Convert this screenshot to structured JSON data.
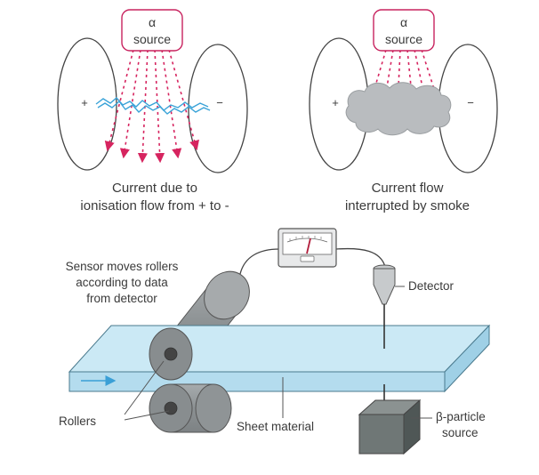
{
  "top_left": {
    "source_symbol": "α",
    "source_word": "source",
    "plus": "+",
    "minus": "−",
    "caption_line1": "Current due to",
    "caption_line2": "ionisation flow from + to -"
  },
  "top_right": {
    "source_symbol": "α",
    "source_word": "source",
    "plus": "+",
    "minus": "−",
    "caption_line1": "Current flow",
    "caption_line2": "interrupted by smoke"
  },
  "bottom": {
    "sensor_line1": "Sensor moves rollers",
    "sensor_line2": "according to data",
    "sensor_line3": "from detector",
    "detector": "Detector",
    "rollers": "Rollers",
    "sheet": "Sheet material",
    "beta_line1": "β-particle",
    "beta_line2": "source"
  },
  "colors": {
    "alpha_border": "#c8235f",
    "alpha_arrow": "#d6245f",
    "current": "#3aa3d8",
    "smoke": "#b9bcbf",
    "sheet": "#cbe9f5",
    "roller": "#8f9496",
    "box": "#6f7776"
  }
}
